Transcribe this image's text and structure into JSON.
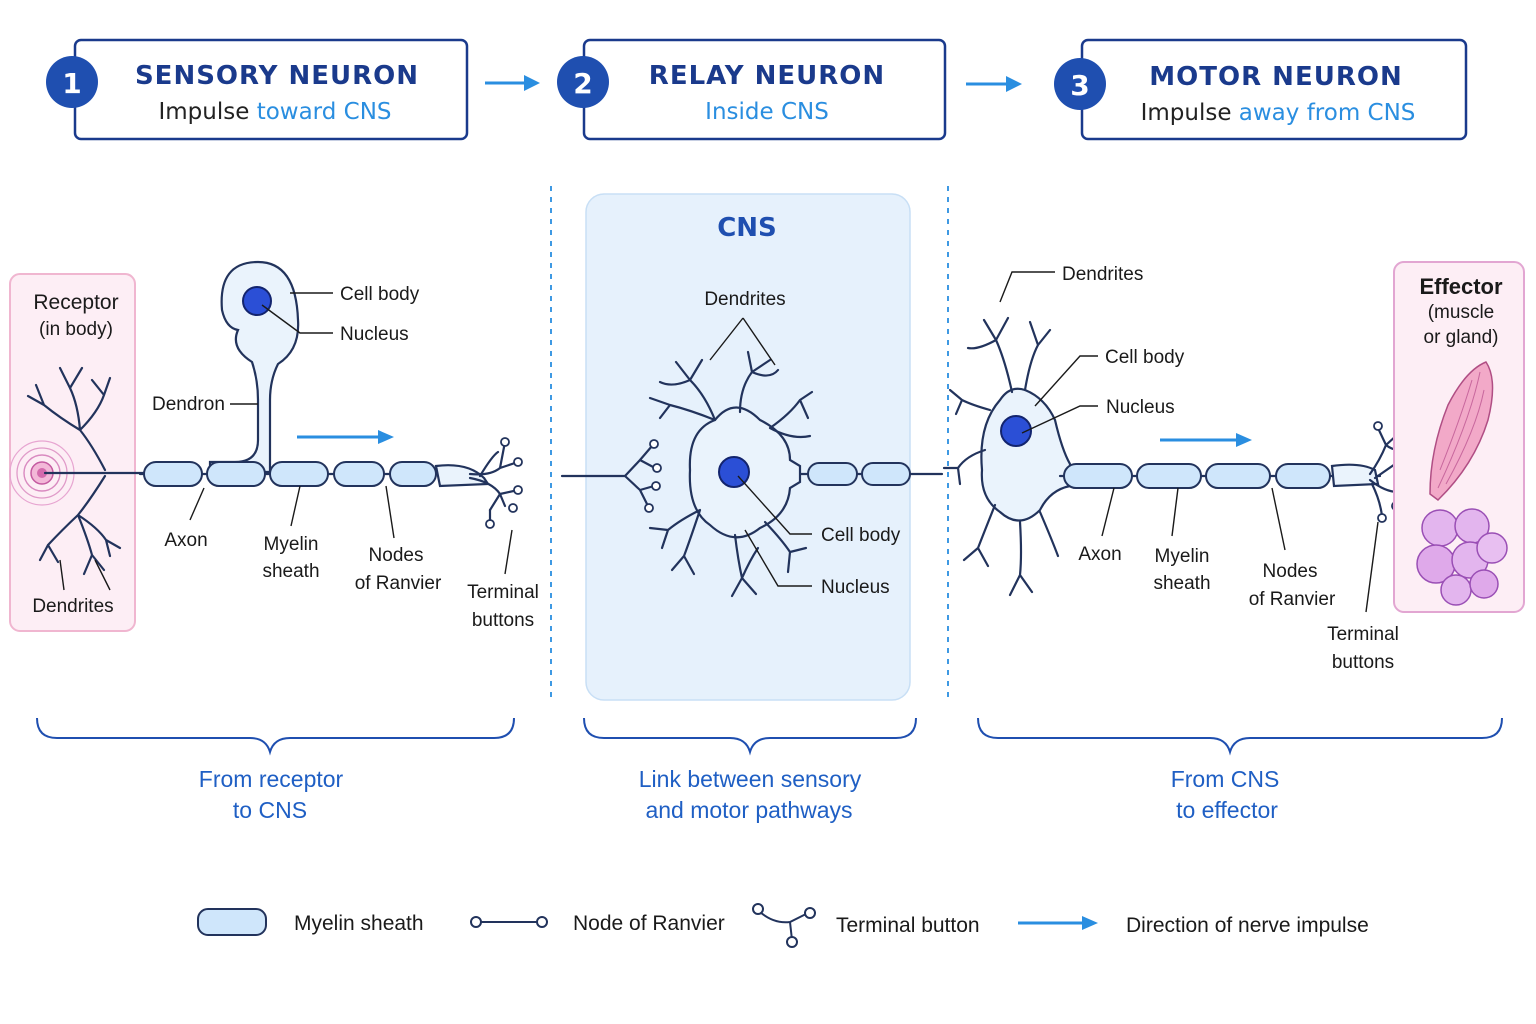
{
  "steps": [
    {
      "number": "1",
      "title": "SENSORY NEURON",
      "sub_plain": "Impulse ",
      "sub_accent": "toward CNS"
    },
    {
      "number": "2",
      "title": "RELAY NEURON",
      "sub_plain": "",
      "sub_accent": "Inside CNS"
    },
    {
      "number": "3",
      "title": "MOTOR NEURON",
      "sub_plain": "Impulse ",
      "sub_accent": "away from CNS"
    }
  ],
  "sensory": {
    "receptor_line1": "Receptor",
    "receptor_line2": "(in body)",
    "dendrites": "Dendrites",
    "cell_body": "Cell body",
    "nucleus": "Nucleus",
    "dendron": "Dendron",
    "axon": "Axon",
    "myelin_line1": "Myelin",
    "myelin_line2": "sheath",
    "nodes_line1": "Nodes",
    "nodes_line2": "of Ranvier",
    "terminal_line1": "Terminal",
    "terminal_line2": "buttons"
  },
  "relay": {
    "cns": "CNS",
    "dendrites": "Dendrites",
    "cell_body": "Cell body",
    "nucleus": "Nucleus"
  },
  "motor": {
    "dendrites": "Dendrites",
    "cell_body": "Cell body",
    "nucleus": "Nucleus",
    "axon": "Axon",
    "myelin_line1": "Myelin",
    "myelin_line2": "sheath",
    "nodes_line1": "Nodes",
    "nodes_line2": "of Ranvier",
    "terminal_line1": "Terminal",
    "terminal_line2": "buttons",
    "effector_line1": "Effector",
    "effector_line2": "(muscle",
    "effector_line3": "or gland)"
  },
  "captions": [
    {
      "line1": "From receptor",
      "line2": "to CNS"
    },
    {
      "line1": "Link between sensory",
      "line2": "and motor pathways"
    },
    {
      "line1": "From CNS",
      "line2": "to effector"
    }
  ],
  "legend": {
    "myelin": "Myelin sheath",
    "node": "Node of Ranvier",
    "terminal": "Terminal button",
    "direction": "Direction of nerve impulse"
  },
  "colors": {
    "title": "#1a3a8c",
    "accent": "#2a8ee0",
    "caption": "#1f5fc4",
    "badge": "#1f4fb0",
    "myelin": "#cfe6fb",
    "cns_panel": "#e6f1fc",
    "pink_panel": "#fdeef5"
  }
}
